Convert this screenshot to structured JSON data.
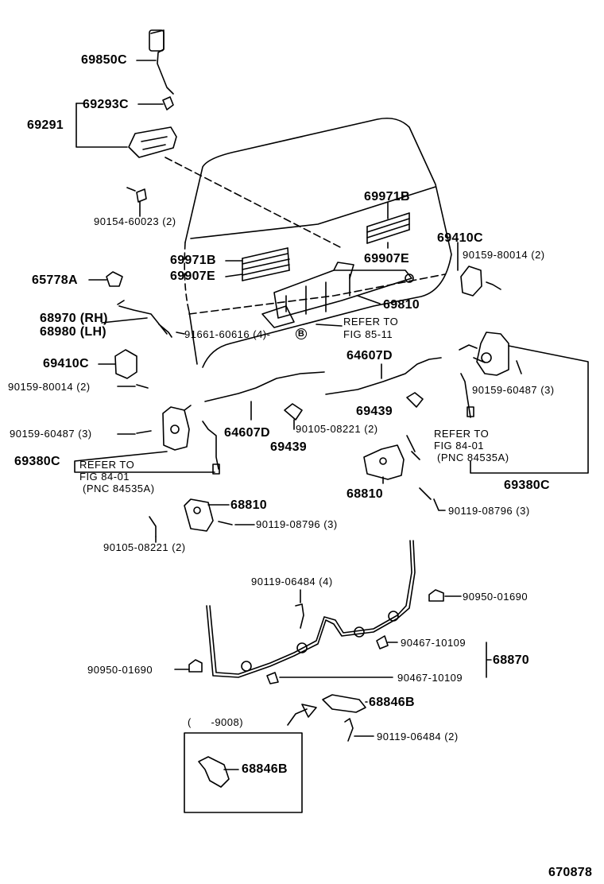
{
  "labels": {
    "p69850C": "69850C",
    "p69293C": "69293C",
    "p69291": "69291",
    "p90154": "90154-60023 (2)",
    "p69971B_r": "69971B",
    "p69907E_r": "69907E",
    "p69971B_l": "69971B",
    "p69907E_l": "69907E",
    "p65778A": "65778A",
    "p69410C_r": "69410C",
    "p90159_80014_r": "90159-80014 (2)",
    "p69810": "69810",
    "p68970": "68970 (RH)",
    "p68980": "68980 (LH)",
    "p91661": "91661-60616 (4)-",
    "p_refer_85a": "REFER TO",
    "p_refer_85b": "FIG 85-11",
    "p64607D_top": "64607D",
    "p69410C_l": "69410C",
    "p90159_80014_l": "90159-80014 (2)",
    "p90159_60487_r": "90159-60487 (3)",
    "p69439_r": "69439",
    "p90159_60487_l": "90159-60487 (3)",
    "p64607D_bot": "64607D",
    "p90105_r": "90105-08221 (2)",
    "p69439_l": "69439",
    "p_refer_84r_a": "REFER TO",
    "p_refer_84r_b": "FIG 84-01",
    "p_refer_84r_c": "(PNC 84535A)",
    "p69380C_l": "69380C",
    "p_refer_84l_a": "REFER TO",
    "p_refer_84l_b": "FIG 84-01",
    "p_refer_84l_c": "(PNC 84535A)",
    "p68810_r": "68810",
    "p69380C_r": "69380C",
    "p68810_l": "68810",
    "p90119_08796_r": "90119-08796 (3)",
    "p90119_08796_l": "90119-08796 (3)",
    "p90105_l": "90105-08221 (2)",
    "p90119_06484_4": "90119-06484 (4)",
    "p90950_r": "90950-01690",
    "p90467_a": "90467-10109",
    "p68870": "68870",
    "p90950_l": "90950-01690",
    "p90467_b": "90467-10109",
    "p68846B_r": "68846B",
    "p90119_06484_2": "90119-06484 (2)",
    "p_date": "(      -9008)",
    "p68846B_box": "68846B",
    "p_figno": "670878"
  }
}
